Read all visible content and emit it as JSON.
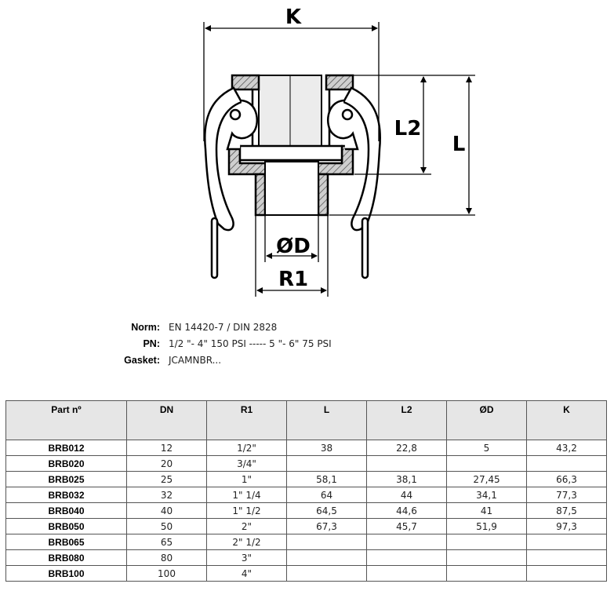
{
  "drawing": {
    "dim_k": "K",
    "dim_l2": "L2",
    "dim_l": "L",
    "dim_d": "ØD",
    "dim_r1": "R1"
  },
  "specs": [
    {
      "label": "Norm:",
      "value": "EN 14420-7 / DIN 2828"
    },
    {
      "label": "PN:",
      "value": "1/2 \"- 4\" 150 PSI ----- 5 \"- 6\" 75 PSI"
    },
    {
      "label": "Gasket:",
      "value": "JCAMNBR..."
    }
  ],
  "table": {
    "headers": [
      "Part nº",
      "DN",
      "R1",
      "L",
      "L2",
      "ØD",
      "K"
    ],
    "rows": [
      [
        "BRB012",
        "12",
        "1/2\"",
        "38",
        "22,8",
        "5",
        "43,2"
      ],
      [
        "BRB020",
        "20",
        "3/4\"",
        "",
        "",
        "",
        ""
      ],
      [
        "BRB025",
        "25",
        "1\"",
        "58,1",
        "38,1",
        "27,45",
        "66,3"
      ],
      [
        "BRB032",
        "32",
        "1\" 1/4",
        "64",
        "44",
        "34,1",
        "77,3"
      ],
      [
        "BRB040",
        "40",
        "1\" 1/2",
        "64,5",
        "44,6",
        "41",
        "87,5"
      ],
      [
        "BRB050",
        "50",
        "2\"",
        "67,3",
        "45,7",
        "51,9",
        "97,3"
      ],
      [
        "BRB065",
        "65",
        "2\" 1/2",
        "",
        "",
        "",
        ""
      ],
      [
        "BRB080",
        "80",
        "3\"",
        "",
        "",
        "",
        ""
      ],
      [
        "BRB100",
        "100",
        "4\"",
        "",
        "",
        "",
        ""
      ]
    ]
  }
}
